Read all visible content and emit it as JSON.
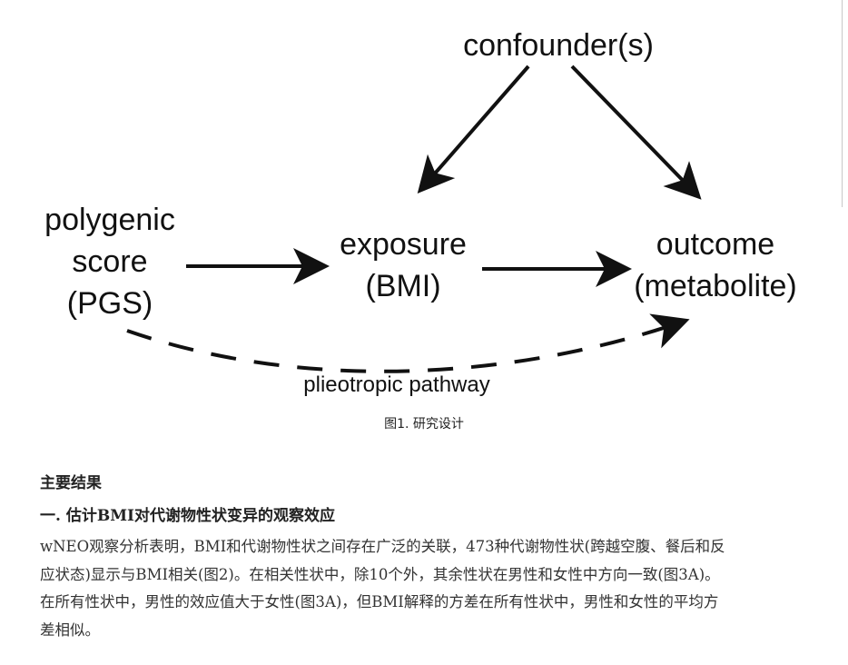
{
  "figure": {
    "nodes": {
      "confounder": "confounder(s)",
      "pgs": [
        "polygenic",
        "score",
        "(PGS)"
      ],
      "exposure": [
        "exposure",
        "(BMI)"
      ],
      "outcome": [
        "outcome",
        "(metabolite)"
      ]
    },
    "pleiotropic_label": "plieotropic pathway",
    "caption": "图1.  研究设计"
  },
  "article": {
    "section_title": "主要结果",
    "subsection_title": "一. 估计BMI对代谢物性状变异的观察效应",
    "paragraph_lines": [
      "wNEO观察分析表明，BMI和代谢物性状之间存在广泛的关联，473种代谢物性状(跨越空腹、餐后和反",
      "应状态)显示与BMI相关(图2)。在相关性状中，除10个外，其余性状在男性和女性中方向一致(图3A)。",
      "在所有性状中，男性的效应值大于女性(图3A)，但BMI解释的方差在所有性状中，男性和女性的平均方",
      "差相似。"
    ]
  }
}
